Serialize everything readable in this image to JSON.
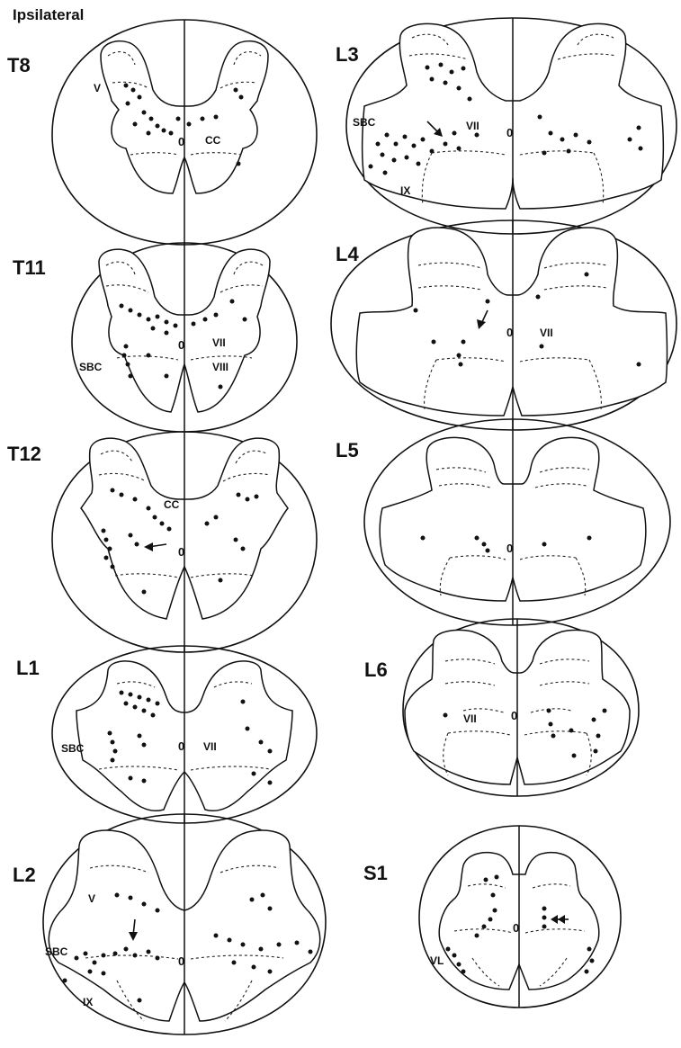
{
  "figure": {
    "side_label": "Ipsilateral",
    "sections": [
      {
        "id": "t8",
        "label": "T8",
        "regions": [
          "V",
          "CC"
        ]
      },
      {
        "id": "t11",
        "label": "T11",
        "regions": [
          "SBC",
          "VII",
          "VIII"
        ]
      },
      {
        "id": "t12",
        "label": "T12",
        "regions": [
          "CC"
        ]
      },
      {
        "id": "l1",
        "label": "L1",
        "regions": [
          "SBC",
          "VII"
        ]
      },
      {
        "id": "l2",
        "label": "L2",
        "regions": [
          "V",
          "SBC",
          "IX"
        ]
      },
      {
        "id": "l3",
        "label": "L3",
        "regions": [
          "SBC",
          "VII",
          "IX"
        ]
      },
      {
        "id": "l4",
        "label": "L4",
        "regions": [
          "VII"
        ]
      },
      {
        "id": "l5",
        "label": "L5",
        "regions": []
      },
      {
        "id": "l6",
        "label": "L6",
        "regions": [
          "VII"
        ]
      },
      {
        "id": "s1",
        "label": "S1",
        "regions": [
          "VL"
        ]
      }
    ],
    "canal_symbol": "0"
  }
}
